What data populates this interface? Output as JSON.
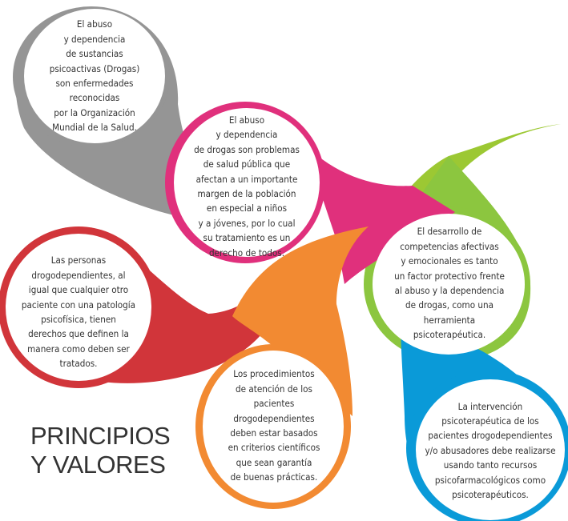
{
  "title": "PRINCIPIOS\nY VALORES",
  "colors": {
    "gray": "#959595",
    "pink": "#e0307c",
    "green": "#8cc63f",
    "red": "#d1353a",
    "orange": "#f28a32",
    "blue": "#0a9ad8",
    "text": "#333333"
  },
  "principles": [
    {
      "color": "gray",
      "text": "El abuso\ny dependencia\nde sustancias\npsicoactivas (Drogas)\nson enfermedades\nreconocidas\npor la Organización\nMundial de la Salud."
    },
    {
      "color": "pink",
      "text": "El abuso\ny dependencia\nde drogas son problemas\nde salud pública que\nafectan a un importante\nmargen de la población\nen especial a niños\ny a jóvenes, por lo cual\nsu tratamiento es un\nderecho de todos."
    },
    {
      "color": "green",
      "text": "El desarrollo de\ncompetencias afectivas\ny emocionales es tanto\nun factor protectivo frente\nal abuso y la dependencia\nde drogas, como una\nherramienta\npsicoterapéutica."
    },
    {
      "color": "red",
      "text": "Las personas\ndrogodependientes, al\nigual que cualquier otro\npaciente con una patología\npsicofísica, tienen\nderechos que definen la\nmanera como deben ser\ntratados."
    },
    {
      "color": "orange",
      "text": "Los procedimientos\nde atención de los\npacientes\ndrogodependientes\ndeben estar basados\nen criterios científicos\nque sean garantía\nde buenas prácticas."
    },
    {
      "color": "blue",
      "text": "La intervención\npsicoterapéutica de los\npacientes drogodependientes\ny/o abusadores debe realizarse\nusando tanto recursos\npsicofarmacológicos como\npsicoterapéuticos."
    }
  ]
}
